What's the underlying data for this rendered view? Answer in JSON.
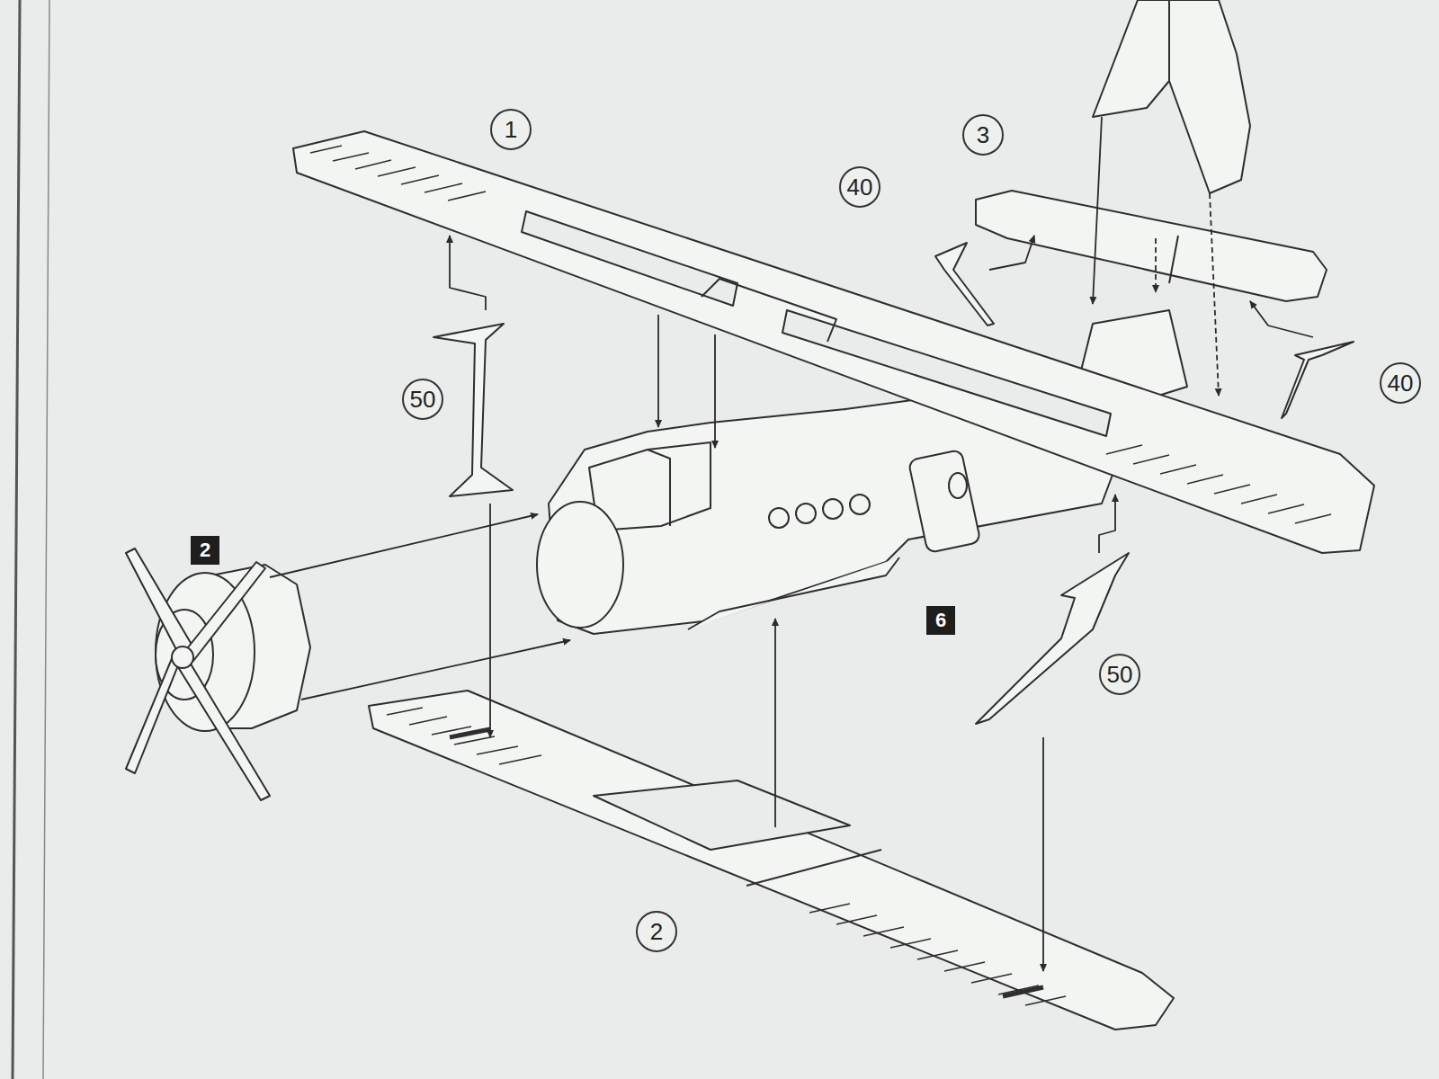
{
  "diagram": {
    "labels": [
      "1",
      "3",
      "40",
      "50",
      "40",
      "2",
      "6",
      "50",
      "2"
    ]
  }
}
